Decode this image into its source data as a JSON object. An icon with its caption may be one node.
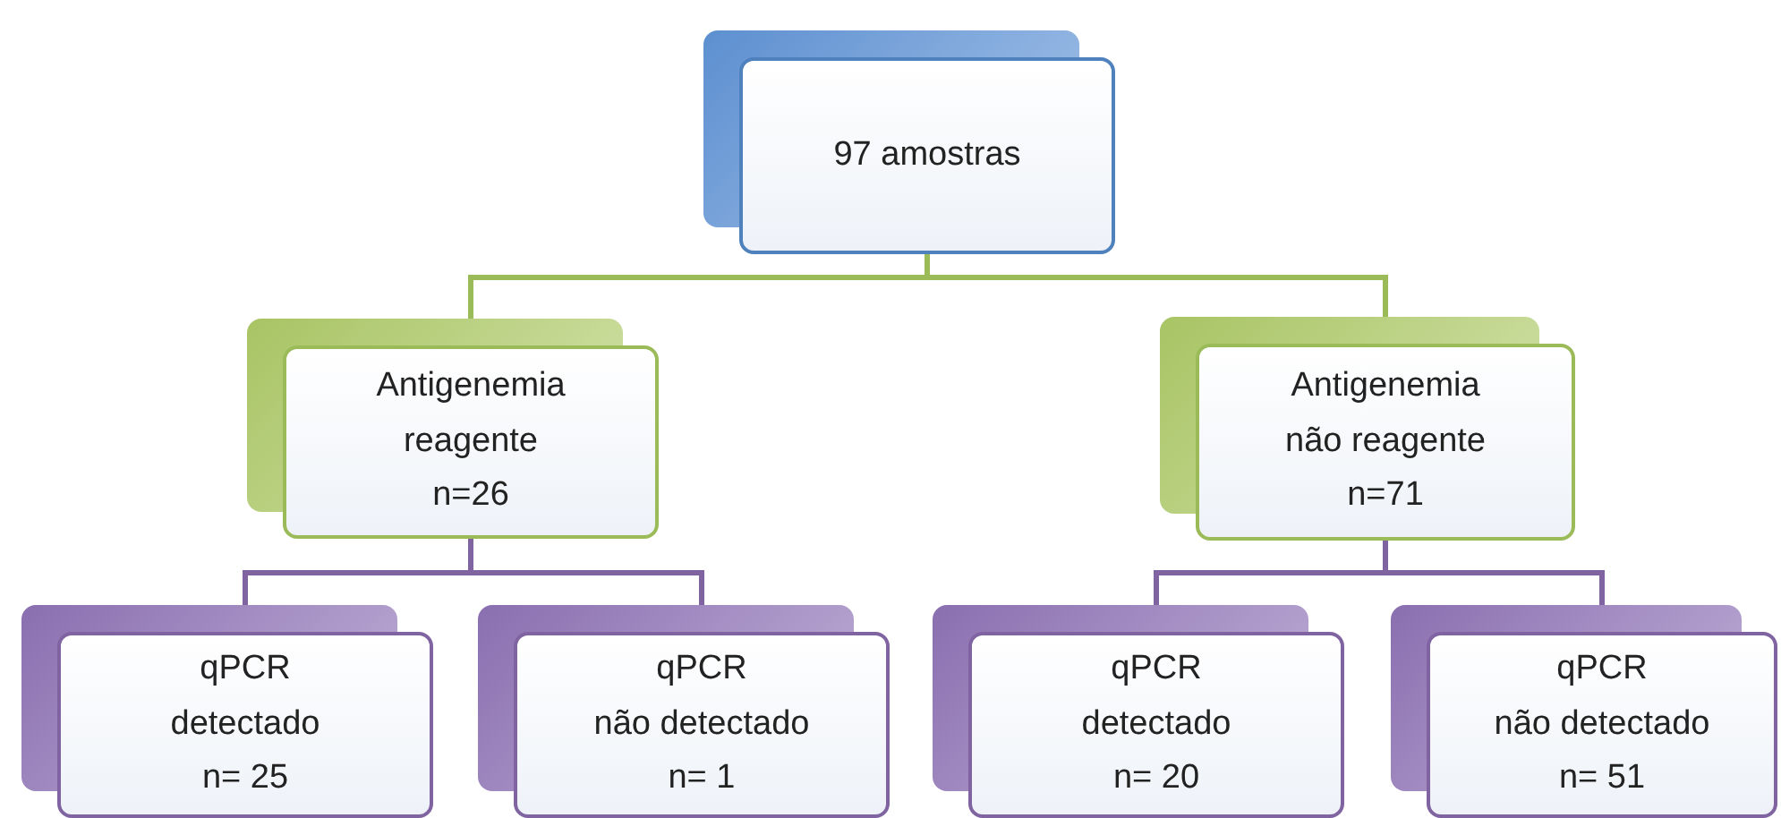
{
  "diagram": {
    "nodes": [
      {
        "text": [
          "97 amostras"
        ]
      },
      {
        "text": [
          "Antigenemia",
          "reagente",
          "n=26"
        ]
      },
      {
        "text": [
          "Antigenemia",
          "não reagente",
          "n=71"
        ]
      },
      {
        "text": [
          "qPCR",
          "detectado",
          "n= 25"
        ]
      },
      {
        "text": [
          "qPCR",
          "não detectado",
          "n= 1"
        ]
      },
      {
        "text": [
          "qPCR",
          "detectado",
          "n= 20"
        ]
      },
      {
        "text": [
          "qPCR",
          "não detectado",
          "n= 51"
        ]
      }
    ],
    "edges": [
      {
        "from": 0,
        "to": 1,
        "arrow": "none",
        "color": "#9bbb59"
      },
      {
        "from": 0,
        "to": 2,
        "arrow": "none",
        "color": "#9bbb59"
      },
      {
        "from": 1,
        "to": 3,
        "arrow": "none"
      },
      {
        "from": 1,
        "to": 4,
        "arrow": "none"
      },
      {
        "from": 2,
        "to": 5,
        "arrow": "none"
      },
      {
        "from": 2,
        "to": 6,
        "arrow": "none"
      }
    ]
  }
}
